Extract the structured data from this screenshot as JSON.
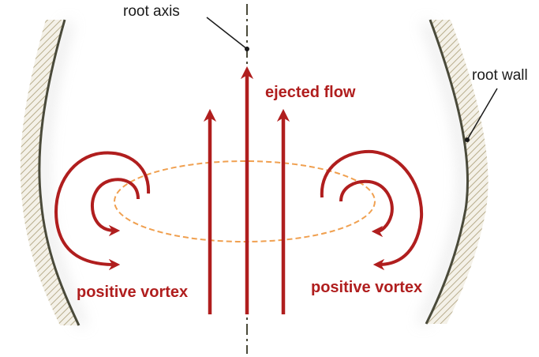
{
  "labels": {
    "root_axis": "root axis",
    "root_wall": "root wall",
    "ejected_flow": "ejected flow",
    "positive_vortex_left": "positive vortex",
    "positive_vortex_right": "positive vortex"
  },
  "colors": {
    "flow_red": "#b01e1e",
    "wall_line": "#4a4a3a",
    "wall_hatch": "#b8ad8c",
    "ellipse_orange": "#f0a050",
    "text_black": "#1a1a1a"
  }
}
